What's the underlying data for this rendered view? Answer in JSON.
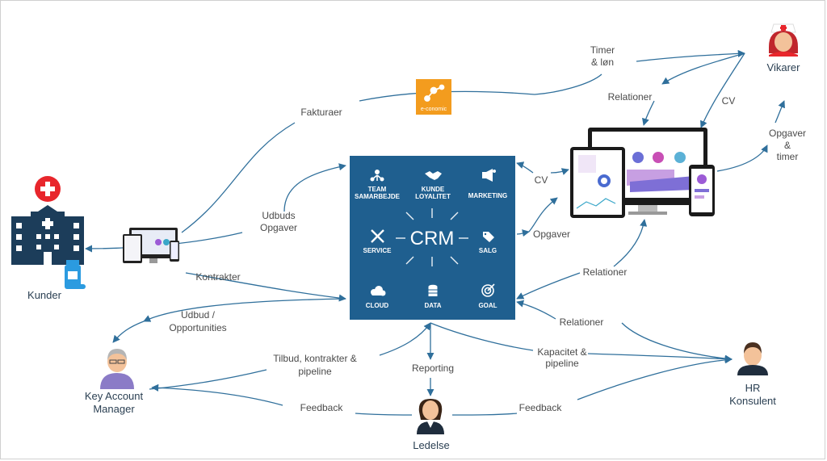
{
  "crm": {
    "title": "CRM",
    "modules": {
      "team": [
        "TEAM",
        "SAMARBEJDE"
      ],
      "kunde": [
        "KUNDE",
        "LOYALITET"
      ],
      "marketing": "MARKETING",
      "service": "SERVICE",
      "salg": "SALG",
      "cloud": "CLOUD",
      "data": "DATA",
      "goal": "GOAL"
    }
  },
  "nodes": {
    "kunder": "Kunder",
    "vikarer": "Vikarer",
    "key_account": [
      "Key Account",
      "Manager"
    ],
    "hr": [
      "HR",
      "Konsulent"
    ],
    "ledelse": "Ledelse",
    "economic": "e-conomic"
  },
  "edges": {
    "timer_lon": [
      "Timer",
      "& løn"
    ],
    "fakturaer": "Fakturaer",
    "relationer_top": "Relationer",
    "cv_top": "CV",
    "opgaver_timer": [
      "Opgaver",
      "&",
      "timer"
    ],
    "cv_mid": "CV",
    "udbuds": [
      "Udbuds",
      "Opgaver"
    ],
    "opgaver_mid": "Opgaver",
    "kontrakter": "Kontrakter",
    "relationer_mid": "Relationer",
    "udbud": [
      "Udbud /",
      "Opportunities"
    ],
    "relationer_low": "Relationer",
    "tilbud": [
      "Tilbud, kontrakter &",
      "pipeline"
    ],
    "reporting": "Reporting",
    "kapacitet": [
      "Kapacitet &",
      "pipeline"
    ],
    "feedback_left": "Feedback",
    "feedback_right": "Feedback"
  },
  "colors": {
    "crm_box": "#1f5f8f",
    "arrow": "#2f6f9b",
    "hospital": "#1c3d5a",
    "red": "#e8262c",
    "economic": "#f39c1e"
  }
}
